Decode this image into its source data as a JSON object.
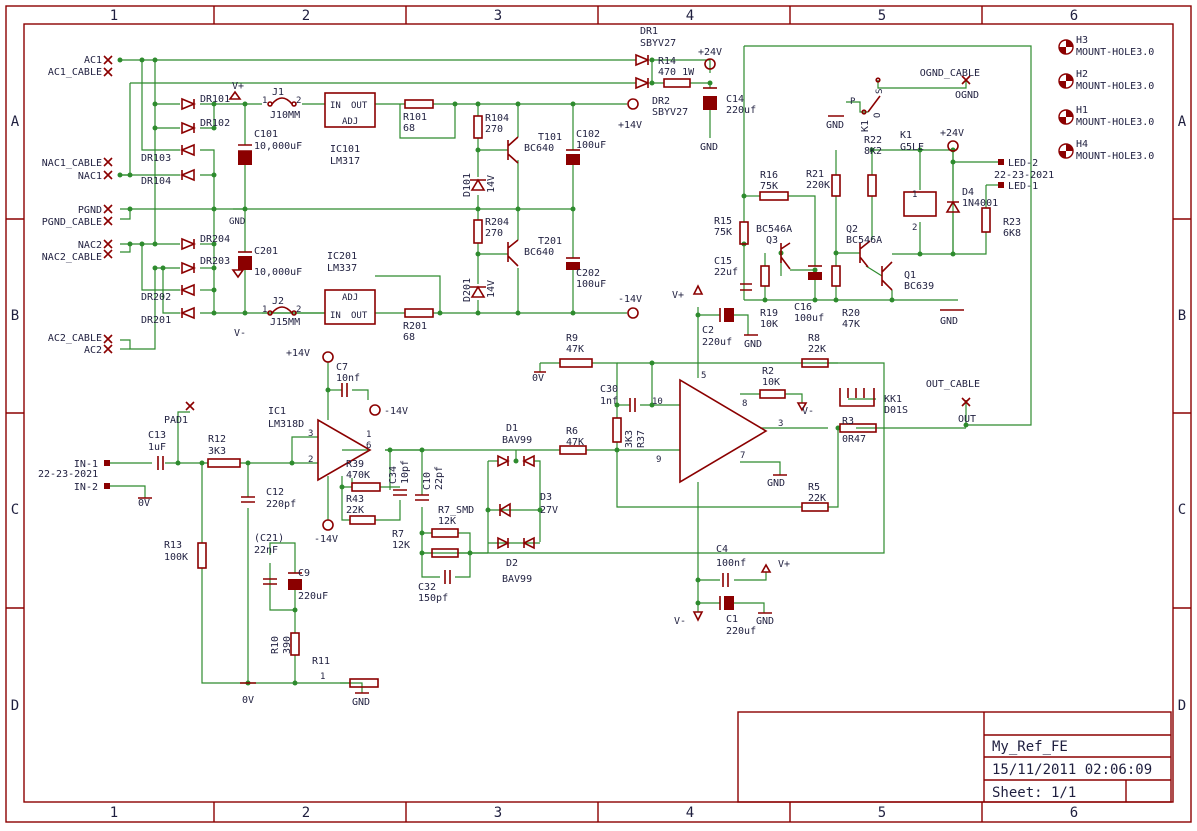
{
  "frame": {
    "columns": [
      "1",
      "2",
      "3",
      "4",
      "5",
      "6"
    ],
    "rows": [
      "A",
      "B",
      "C",
      "D"
    ]
  },
  "title_block": {
    "drawing_name": "My_Ref_FE",
    "timestamp": "15/11/2011 02:06:09",
    "sheet": "Sheet: 1/1"
  },
  "connectors": [
    {
      "name": "AC1",
      "t": "AC1"
    },
    {
      "name": "AC1_CABLE",
      "t": "AC1_CABLE"
    },
    {
      "name": "NAC1_CABLE",
      "t": "NAC1_CABLE"
    },
    {
      "name": "NAC1",
      "t": "NAC1"
    },
    {
      "name": "PGND",
      "t": "PGND"
    },
    {
      "name": "PGND_CABLE",
      "t": "PGND_CABLE"
    },
    {
      "name": "NAC2",
      "t": "NAC2"
    },
    {
      "name": "NAC2_CABLE",
      "t": "NAC2_CABLE"
    },
    {
      "name": "AC2_CABLE",
      "t": "AC2_CABLE"
    },
    {
      "name": "AC2",
      "t": "AC2"
    },
    {
      "name": "IN-1",
      "t": "IN-1"
    },
    {
      "name": "IN-2",
      "t": "IN-2"
    },
    {
      "name": "OGND_CABLE",
      "t": "OGND_CABLE"
    },
    {
      "name": "OGND",
      "t": "OGND"
    },
    {
      "name": "OUT_CABLE",
      "t": "OUT_CABLE"
    },
    {
      "name": "OUT",
      "t": "OUT"
    },
    {
      "name": "LED-2",
      "t": "LED-2"
    },
    {
      "name": "LED-1",
      "t": "LED-1"
    }
  ],
  "labels": {
    "dr101": "DR101",
    "dr102": "DR102",
    "dr103": "DR103",
    "dr104": "DR104",
    "dr201": "DR201",
    "dr202": "DR202",
    "dr203": "DR203",
    "dr204": "DR204",
    "vplus": "V+",
    "vminus": "V-",
    "j1": "J1",
    "j1v": "J10MM",
    "j2": "J2",
    "j2v": "J15MM",
    "pin1a": "1",
    "pin2a": "2",
    "pin1b": "1",
    "pin2b": "2",
    "c101": "C101",
    "c101v": "10,000uF",
    "c201": "C201",
    "c201v": "10,000uF",
    "ic101": "IC101",
    "ic101v": "LM317",
    "ic201": "IC201",
    "ic201v": "LM337",
    "reg_in": "IN",
    "reg_out": "OUT",
    "reg_adj": "ADJ",
    "reg2_in": "IN",
    "reg2_out": "OUT",
    "reg2_adj": "ADJ",
    "r101": "R101",
    "r101v": "68",
    "r201": "R201",
    "r201v": "68",
    "r104": "R104",
    "r104v": "270",
    "r204": "R204",
    "r204v": "270",
    "d101": "D101",
    "d101v": "14V",
    "d201": "D201",
    "d201v": "14V",
    "t101": "T101",
    "t101v": "BC640",
    "t201": "T201",
    "t201v": "BC640",
    "c102": "C102",
    "c102v": "100uF",
    "c202": "C202",
    "c202v": "100uF",
    "p14v": "+14V",
    "m14v": "-14V",
    "dr1": "DR1",
    "dr1v": "SBYV27",
    "dr2": "DR2",
    "dr2v": "SBYV27",
    "r14": "R14",
    "r14v": "470 1W",
    "p24v": "+24V",
    "c14": "C14",
    "c14v": "220uf",
    "gnd_c14": "GND",
    "h1": "H1",
    "h2": "H2",
    "h3": "H3",
    "h4": "H4",
    "mount": "MOUNT-HOLE3.0",
    "k1": "K1",
    "k1v": "G5LE",
    "k1b": "K1",
    "relay_p": "P",
    "relay_s": "S",
    "relay_o": "O",
    "gnd_k1": "GND",
    "p24v_k1": "+24V",
    "r22": "R22",
    "r22v": "8K2",
    "r21": "R21",
    "r21v": "220K",
    "r16": "R16",
    "r16v": "75K",
    "r15": "R15",
    "r15v": "75K",
    "q3": "Q3",
    "q3v": "BC546A",
    "q2": "Q2",
    "q2v": "BC546A",
    "q1": "Q1",
    "q1v": "BC639",
    "d4": "D4",
    "d4v": "1N4001",
    "r23": "R23",
    "r23v": "6K8",
    "c15": "C15",
    "c15v": "22uf",
    "c16": "C16",
    "c16v": "100uf",
    "r19": "R19",
    "r19v": "10K",
    "r20": "R20",
    "r20v": "47K",
    "gnd_q": "GND",
    "date_led": "22-23-2021",
    "relay_pin1": "1",
    "relay_pin2": "2",
    "pad1": "PAD1",
    "c13": "C13",
    "c13v": "1uF",
    "in_date": "22-23-2021",
    "gnd0v": "0V",
    "r12": "R12",
    "r12v": "3K3",
    "r13": "R13",
    "r13v": "100K",
    "c12": "C12",
    "c12v": "220pf",
    "c21": "(C21)",
    "c21v": "22nF",
    "c9": "C9",
    "c9v": "220uF",
    "r10": "R10",
    "r10v": "390",
    "r11": "R11",
    "r11v": "1",
    "gnd_r11": "GND",
    "gnd_bot": "0V",
    "p14v_ic1": "+14V",
    "c7": "C7",
    "c7v": "10nf",
    "m14v_c7": "-14V",
    "ic1": "IC1",
    "ic1v": "LM318D",
    "m14v_ic1": "-14V",
    "r39": "R39",
    "r39v": "470K",
    "r43": "R43",
    "r43v": "22K",
    "c34": "C34",
    "c34v": "10pf",
    "c10": "C10",
    "c10v": "22pf",
    "r7smd": "R7_SMD",
    "r7smdv": "12K",
    "r7": "R7",
    "r7v": "12K",
    "c32": "C32",
    "c32v": "150pf",
    "d1": "D1",
    "d1v": "BAV99",
    "d2": "D2",
    "d2v": "BAV99",
    "d3": "D3",
    "d3v": "27V",
    "r6": "R6",
    "r6v": "47K",
    "r9": "R9",
    "r9v": "47K",
    "gnd_r9": "0V",
    "c30": "C30",
    "c30v": "1nf",
    "r37": "R37",
    "r37v": "3K3",
    "vplus_op": "V+",
    "c2": "C2",
    "c2v": "220uf",
    "gnd_c2": "GND",
    "r8": "R8",
    "r8v": "22K",
    "r2": "R2",
    "r2v": "10K",
    "vminus_r2": "V-",
    "r5": "R5",
    "r5v": "22K",
    "gnd_op": "GND",
    "kk1": "KK1",
    "kk1v": "D01S",
    "r3": "R3",
    "r3v": "0R47",
    "c4": "C4",
    "c4v": "100nf",
    "vplus_c4": "V+",
    "c1": "C1",
    "c1v": "220uf",
    "gnd_c1": "GND",
    "vminus_bot": "V-",
    "op_p10": "10",
    "op_p9": "9",
    "op_p8": "8",
    "op_p3": "3",
    "op_p7": "7",
    "op_p5": "5",
    "ic1_p3": "3",
    "ic1_p2": "2",
    "ic1_p6": "6",
    "ic1_p1": "1"
  }
}
